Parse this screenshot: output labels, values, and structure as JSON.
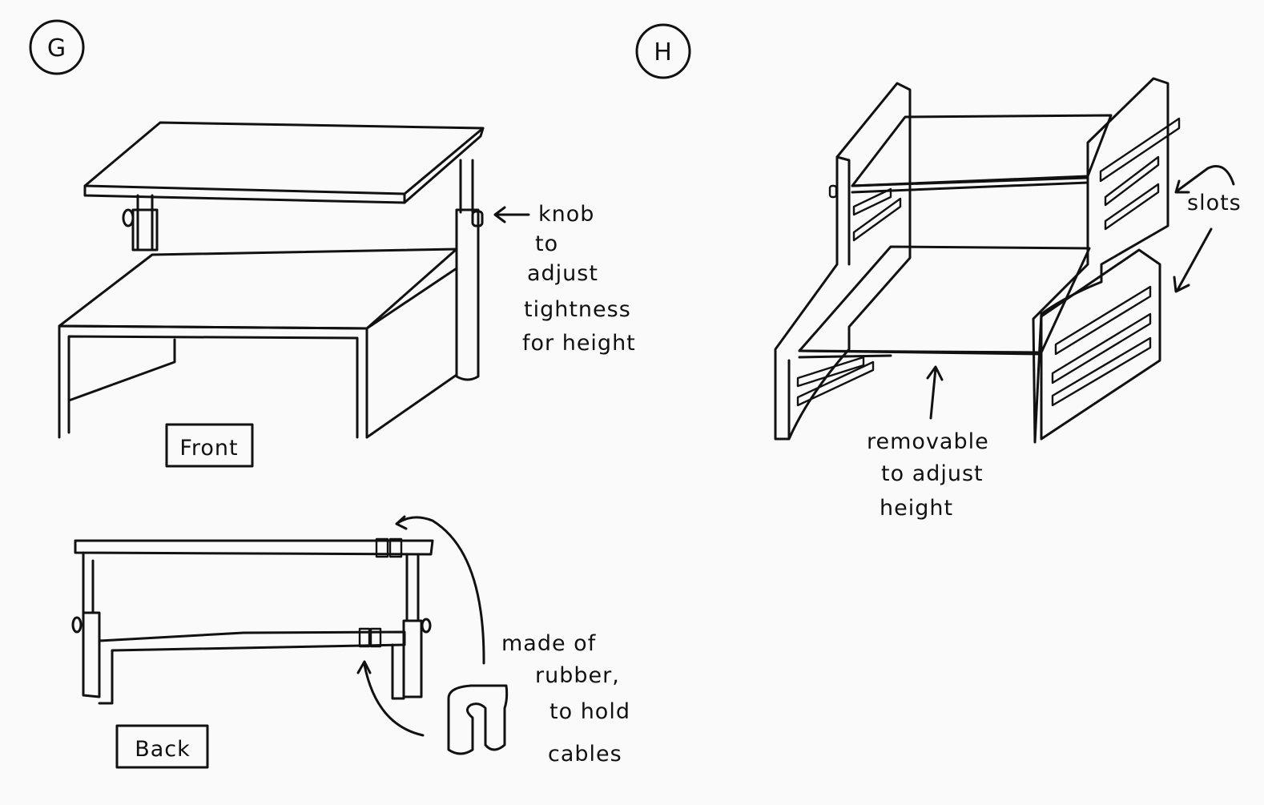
{
  "figure_g": {
    "label": "G",
    "front_label": "Front",
    "back_label": "Back",
    "knob_note": [
      "knob",
      "to",
      "adjust",
      "tightness",
      "for height"
    ],
    "rubber_note": [
      "made of",
      "rubber,",
      "to hold",
      "cables"
    ]
  },
  "figure_h": {
    "label": "H",
    "slots_note": "slots",
    "removable_note": [
      "removable",
      "to adjust",
      "height"
    ]
  }
}
